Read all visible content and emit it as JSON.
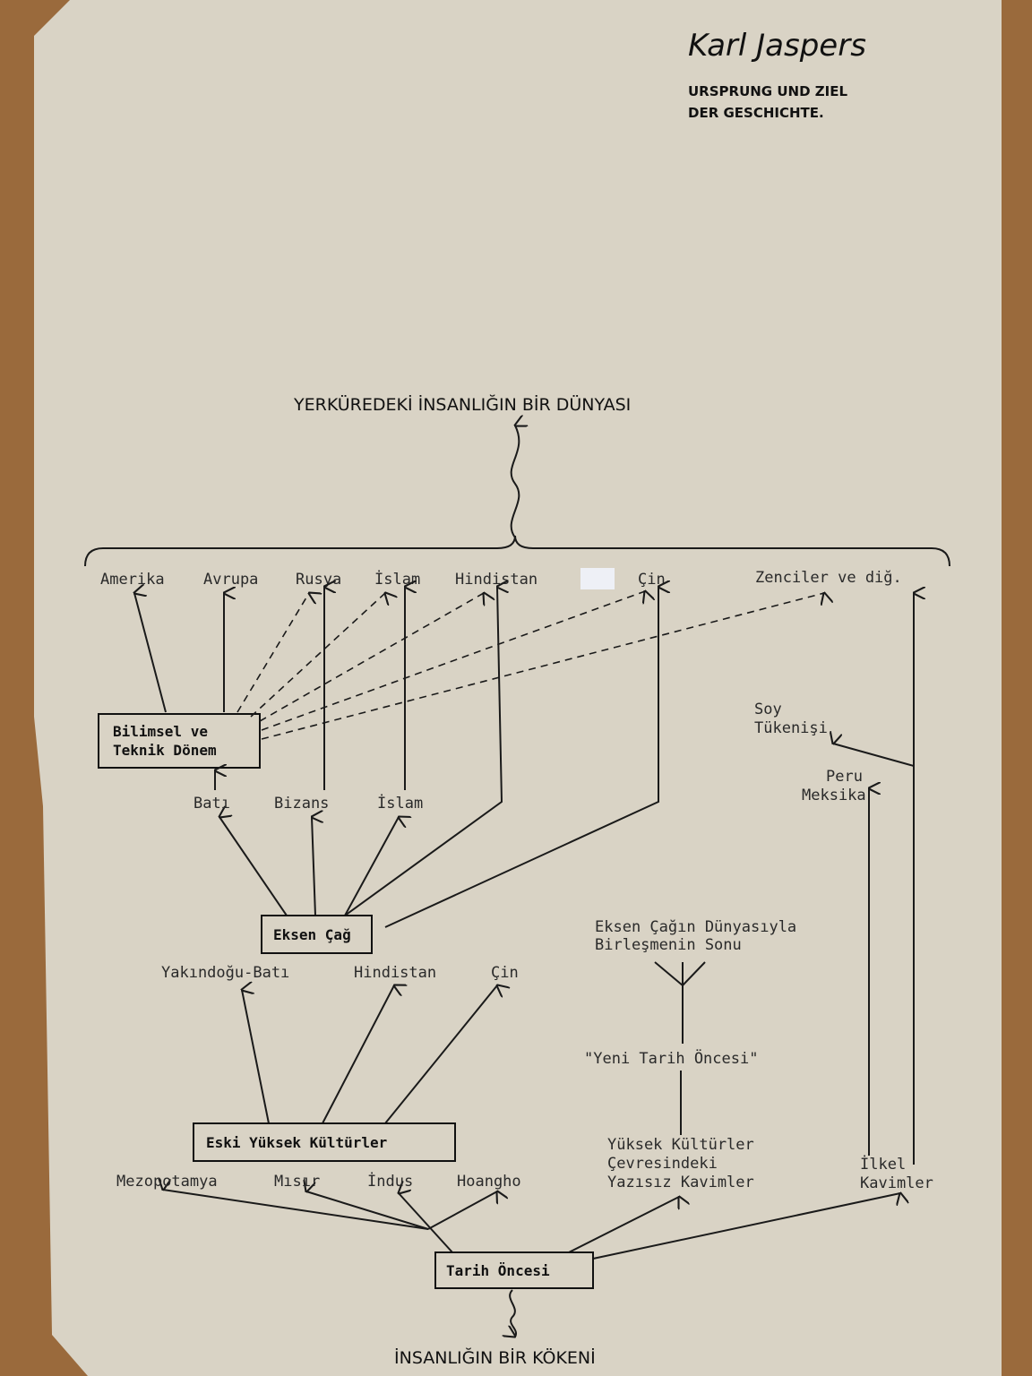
{
  "annotation": {
    "author": "Karl Jaspers",
    "book_line1": "URSPRUNG UND ZIEL",
    "book_line2": "DER GESCHICHTE."
  },
  "top_title": "YERKÜREDEKİ İNSANLIĞIN BİR DÜNYASI",
  "bottom_title": "İNSANLIĞIN BİR KÖKENİ",
  "world_row": [
    "Amerika",
    "Avrupa",
    "Rusya",
    "İslam",
    "Hindistan",
    "Çin",
    "Zenciler ve diğ."
  ],
  "scientific_box": [
    "Bilimsel ve",
    "Teknik Dönem"
  ],
  "extinction": [
    "Soy",
    "Tükenişi"
  ],
  "peru": [
    "Peru",
    "Meksika"
  ],
  "axial_row": [
    "Batı",
    "Bizans",
    "İslam"
  ],
  "axial_box": "Eksen Çağ",
  "axial_end": [
    "Eksen Çağın Dünyasıyla",
    "Birleşmenin Sonu"
  ],
  "ancient_row": [
    "Yakındoğu-Batı",
    "Hindistan",
    "Çin"
  ],
  "new_prehistory": "\"Yeni Tarih Öncesi\"",
  "ancient_box": "Eski Yüksek Kültürler",
  "illiterate": [
    "Yüksek Kültürler",
    "Çevresindeki",
    "Yazısız Kavimler"
  ],
  "primitive": [
    "İlkel",
    "Kavimler"
  ],
  "river_row": [
    "Mezopotamya",
    "Mısır",
    "İndus",
    "Hoangho"
  ],
  "prehistory_box": "Tarih Öncesi",
  "colors": {
    "paper": "#d9d3c5",
    "ink": "#1a1a1a",
    "background": "#9a6a3c"
  }
}
